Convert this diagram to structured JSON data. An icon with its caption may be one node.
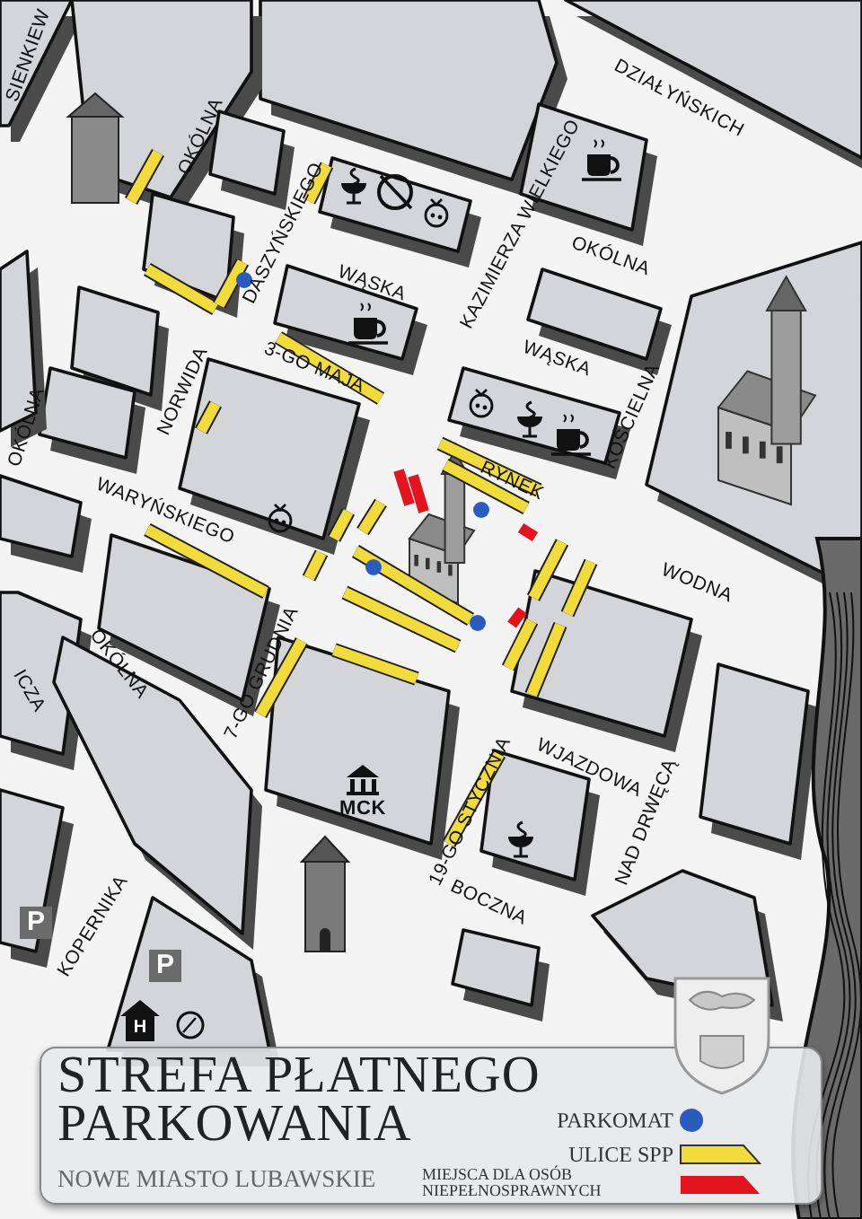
{
  "diagram": {
    "title": "STREFA PŁATNEGO PARKOWANIA",
    "caption": "NOWE MIASTO LUBAWSKIE",
    "labels": [
      "SIENKIEW",
      "DZIAŁYŃSKICH",
      "OKÓLNA",
      "DASZYŃSKIEGO",
      "KAZIMIERZA WIELKIEGO",
      "OKÓLNA",
      "WĄSKA",
      "3-GO MAJA",
      "NORWIDA",
      "WĄSKA",
      "KOŚCIELNA",
      "OKÓLNA",
      "RYNEK",
      "WARYŃSKIEGO",
      "WODNA",
      "OKÓLNA",
      "ICZA",
      "7-GO GRUDNIA",
      "MCK",
      "WJAZDOWA",
      "19-GO STYCZNIA",
      "NAD DRWĘCĄ",
      "BOCZNA",
      "KOPERNIKA",
      "P",
      "P",
      "H"
    ],
    "legend": [
      {
        "text": "PARKOMAT",
        "color": "#2a5cbf"
      },
      {
        "text": "ULICE SPP",
        "color": "#f2dc3c"
      },
      {
        "text": "MIEJSCA DLA OSÓB NIEPEŁNOSPRAWNYCH",
        "color": "#e3141e"
      }
    ]
  }
}
